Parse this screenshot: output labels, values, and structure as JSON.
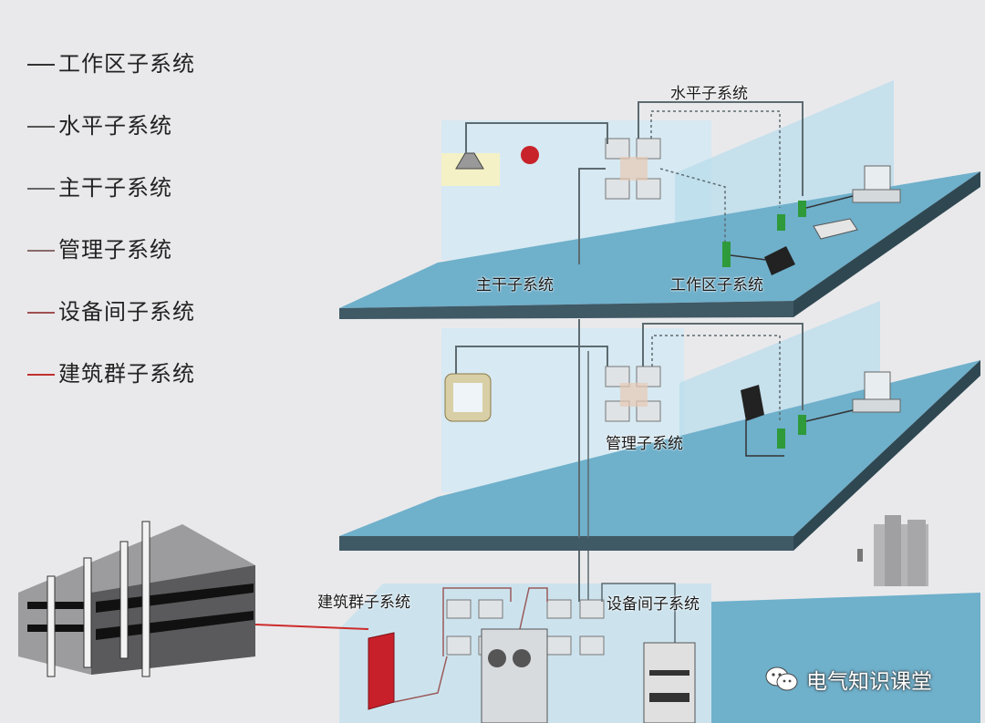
{
  "legend": [
    {
      "label": "工作区子系统"
    },
    {
      "label": "水平子系统"
    },
    {
      "label": "主干子系统"
    },
    {
      "label": "管理子系统"
    },
    {
      "label": "设备间子系统"
    },
    {
      "label": "建筑群子系统"
    }
  ],
  "diagram_labels": {
    "horizontal": "水平子系统",
    "backbone": "主干子系统",
    "work_area": "工作区子系统",
    "management": "管理子系统",
    "campus": "建筑群子系统",
    "equipment_room": "设备间子系统"
  },
  "watermark": {
    "text": "电气知识课堂",
    "icon": "wechat-icon"
  },
  "colors": {
    "floor": "#6ea9c4",
    "wall": "#cfe6f1",
    "cable": "#5d6b70",
    "campus_cable": "#cc2b2b"
  }
}
